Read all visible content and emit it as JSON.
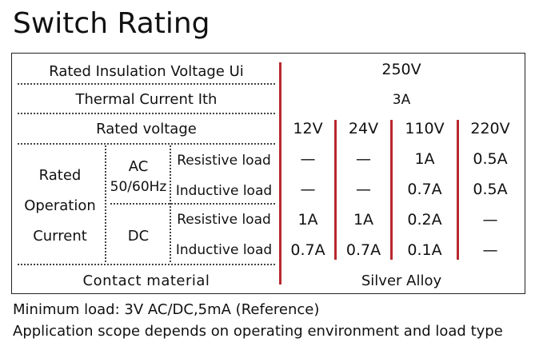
{
  "title": "Switch Rating",
  "rows": {
    "insulation_label": "Rated Insulation Voltage Ui",
    "insulation_value": "250V",
    "thermal_label": "Thermal Current Ith",
    "thermal_value": "3A",
    "rated_voltage_label": "Rated voltage",
    "voltages": [
      "12V",
      "24V",
      "110V",
      "220V"
    ],
    "op_current_label": [
      "Rated",
      "Operation",
      "Current"
    ],
    "ac_label": "AC",
    "ac_freq": "50/60Hz",
    "dc_label": "DC",
    "resistive_label": "Resistive load",
    "inductive_label": "Inductive load",
    "ac_resistive": [
      "—",
      "—",
      "1A",
      "0.5A"
    ],
    "ac_inductive": [
      "—",
      "—",
      "0.7A",
      "0.5A"
    ],
    "dc_resistive": [
      "1A",
      "1A",
      "0.2A",
      "—"
    ],
    "dc_inductive": [
      "0.7A",
      "0.7A",
      "0.1A",
      "—"
    ],
    "contact_label": "Contact material",
    "contact_value": "Silver Alloy"
  },
  "notes": [
    "Minimum load: 3V AC/DC,5mA (Reference)",
    "Application scope depends on operating environment and load type"
  ]
}
